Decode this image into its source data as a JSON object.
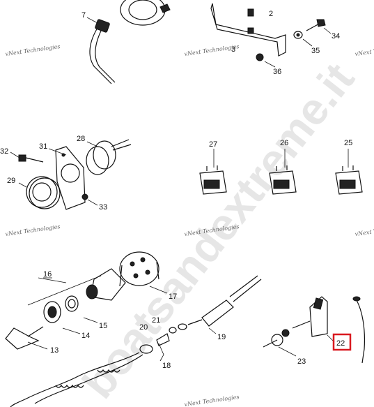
{
  "callouts": {
    "c2": "2",
    "c3": "3",
    "c7": "7",
    "c34": "34",
    "c35": "35",
    "c36": "36",
    "c25": "25",
    "c26": "26",
    "c27": "27",
    "c28": "28",
    "c29": "29",
    "c31": "31",
    "c32": "32",
    "c33": "33",
    "c13": "13",
    "c14": "14",
    "c15": "15",
    "c16": "16",
    "c17": "17",
    "c18": "18",
    "c19": "19",
    "c20": "20",
    "c21": "21",
    "c22": "22",
    "c23": "23"
  },
  "highlighted_callout": "22",
  "colors": {
    "highlight": "#d9191f",
    "line": "#111111"
  },
  "watermarks": {
    "small": "vNext Technologies",
    "large": "boatsandextreme.it"
  }
}
